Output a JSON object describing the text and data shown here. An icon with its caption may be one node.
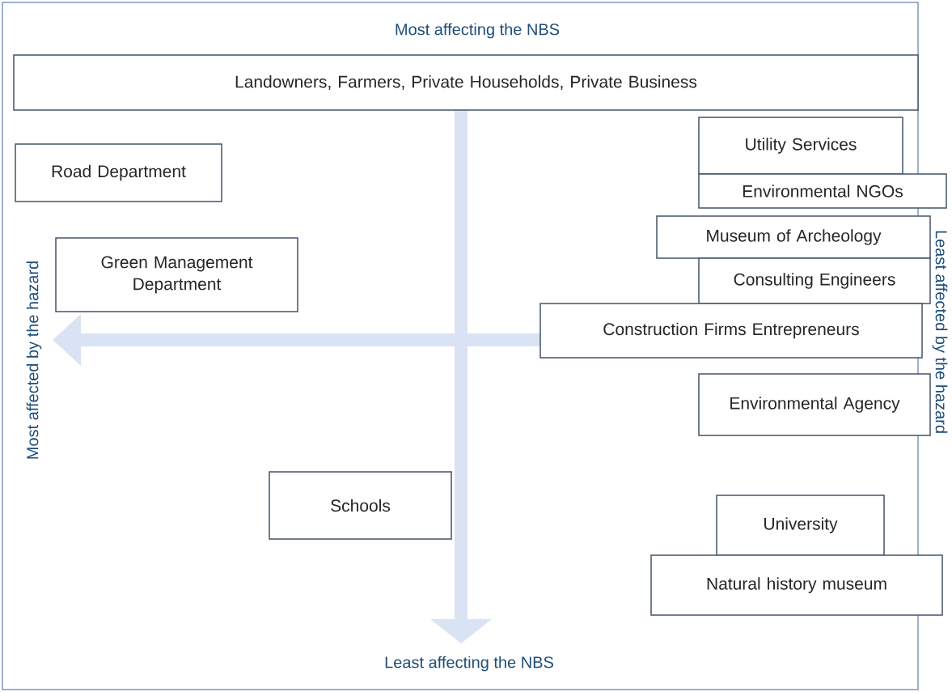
{
  "diagram": {
    "nodes": [
      {
        "text": [
          "Landowners, Farmers, Private Households, Private Business"
        ]
      },
      {
        "text": [
          "Utility Services"
        ]
      },
      {
        "text": [
          "Road Department"
        ]
      },
      {
        "text": [
          "Environmental NGOs"
        ]
      },
      {
        "text": [
          "Museum of Archeology"
        ]
      },
      {
        "text": [
          "Green Management Department"
        ]
      },
      {
        "text": [
          "Consulting Engineers"
        ]
      },
      {
        "text": [
          "Construction Firms Entrepreneurs"
        ]
      },
      {
        "text": [
          "Environmental Agency"
        ]
      },
      {
        "text": [
          "Schools"
        ]
      },
      {
        "text": [
          "University"
        ]
      },
      {
        "text": [
          "Natural history museum"
        ]
      }
    ],
    "labels": [
      "Most affecting the NBS",
      "Most affected by the hazard",
      "Least affected by the hazard",
      "Least affecting the NBS"
    ]
  }
}
